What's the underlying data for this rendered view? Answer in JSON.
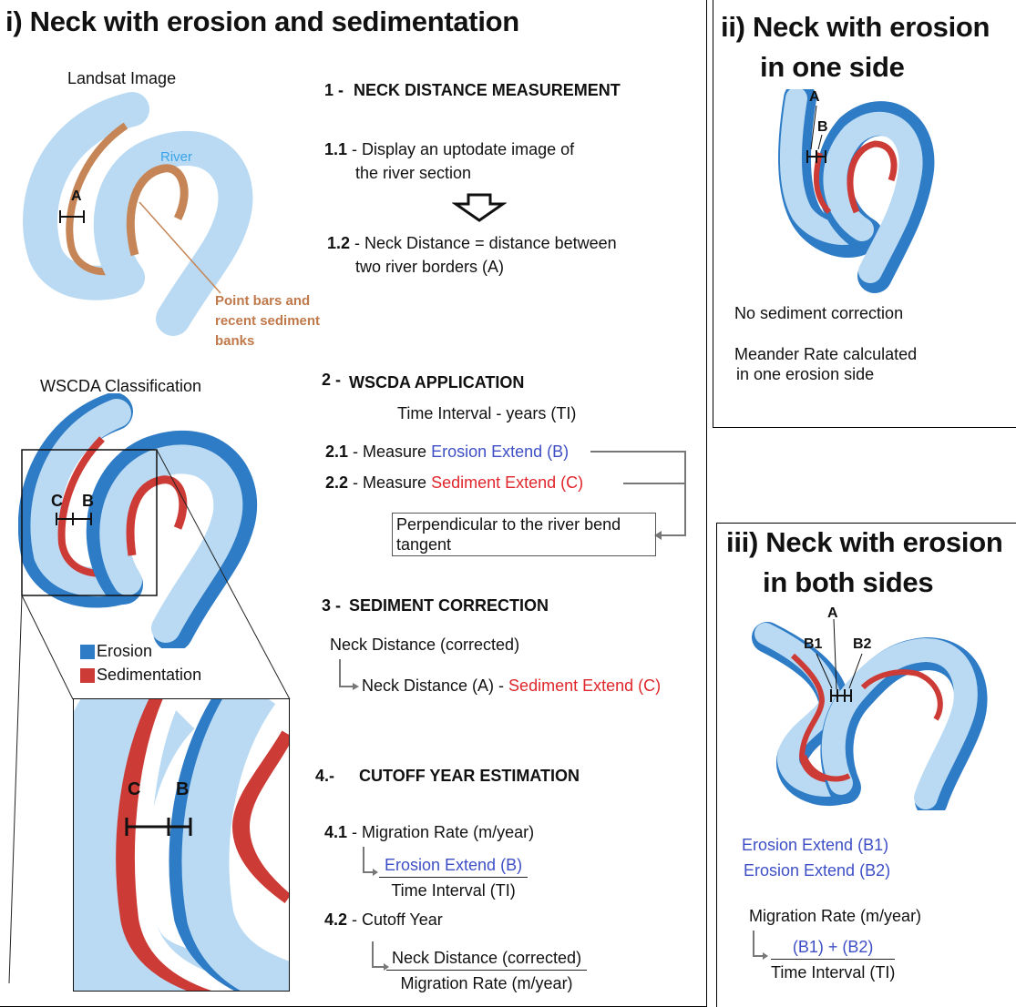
{
  "colors": {
    "river": "#b9daf2",
    "erosion": "#2e7bc6",
    "sediment": "#cc3b36",
    "pointbar": "#c58556",
    "text_blue": "#3e4fc6",
    "text_red": "#e0262b"
  },
  "panel_i": {
    "title": "i) Neck with erosion and sedimentation",
    "landsat_label": "Landsat Image",
    "river_label": "River",
    "label_a": "A",
    "pointbars_label": "Point bars and recent sediment banks",
    "wscda_label": "WSCDA Classification",
    "label_c": "C",
    "label_b": "B",
    "legend": [
      {
        "label": "Erosion",
        "color": "#2e7bc6"
      },
      {
        "label": "Sedimentation",
        "color": "#cc3b36"
      }
    ],
    "step1": {
      "num": "1 -",
      "title": "NECK DISTANCE MEASUREMENT"
    },
    "step1_1": {
      "num": "1.1",
      "text1": " - Display an uptodate image of",
      "text2": "the river section"
    },
    "step1_2": {
      "num": "1.2",
      "text1": " - Neck Distance = distance between",
      "text2": "two river borders (A)"
    },
    "step2": {
      "num": "2 -",
      "title": "WSCDA APPLICATION",
      "sub": "Time Interval - years (TI)"
    },
    "step2_1": {
      "num": "2.1",
      "pre": " - Measure ",
      "colored": "Erosion Extend (B)"
    },
    "step2_2": {
      "num": "2.2",
      "pre": " - Measure ",
      "colored": "Sediment Extend (C)"
    },
    "perp_box": "Perpendicular to the river bend tangent",
    "step3": {
      "num": "3 -",
      "title": "SEDIMENT CORRECTION",
      "line1": "Neck Distance (corrected)",
      "line2_pre": "Neck Distance (A) - ",
      "line2_colored": "Sediment Extend (C)"
    },
    "step4": {
      "num": "4.-",
      "title": "CUTOFF YEAR ESTIMATION"
    },
    "step4_1": {
      "num": "4.1",
      "text": " - Migration Rate (m/year)",
      "num_frac": "Erosion Extend (B)",
      "den_frac": "Time Interval (TI)"
    },
    "step4_2": {
      "num": "4.2",
      "text": " - Cutoff Year",
      "num_frac": "Neck Distance (corrected)",
      "den_frac": "Migration Rate (m/year)"
    }
  },
  "panel_ii": {
    "title_line1": "ii) Neck with erosion",
    "title_line2": "in one side",
    "label_a": "A",
    "label_b": "B",
    "note1": "No sediment correction",
    "note2_l1": "Meander Rate calculated",
    "note2_l2": "in one erosion side"
  },
  "panel_iii": {
    "title_line1": "iii) Neck with erosion",
    "title_line2": "in both sides",
    "label_a": "A",
    "label_b1": "B1",
    "label_b2": "B2",
    "ext1": "Erosion Extend (B1)",
    "ext2": "Erosion Extend (B2)",
    "migration": "Migration Rate (m/year)",
    "num_frac": "(B1) + (B2)",
    "den_frac": "Time Interval (TI)"
  }
}
